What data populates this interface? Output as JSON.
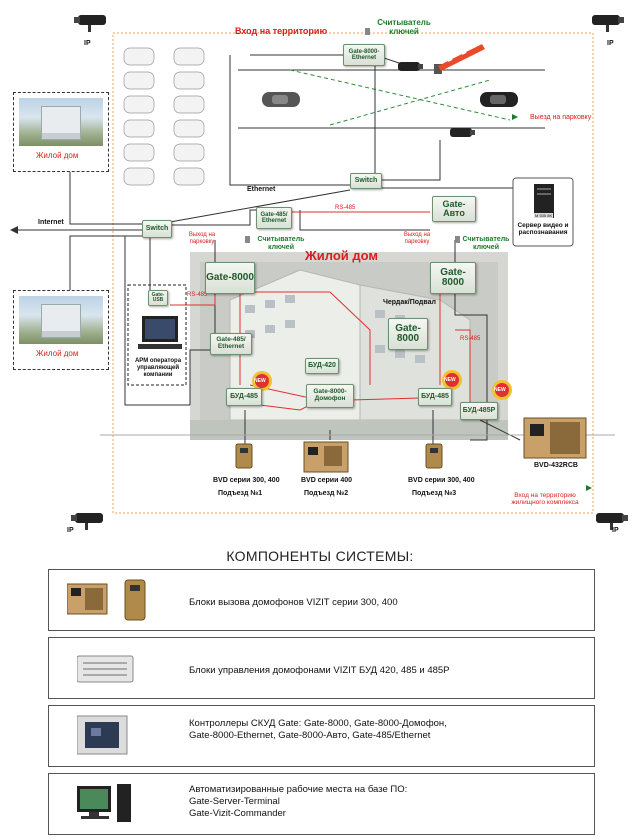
{
  "diagram": {
    "top": {
      "entry_label": "Вход на территорию",
      "key_reader_top": "Считыватель ключей",
      "gate_ethernet_top": "Gate-8000-Ethernet",
      "parking_exit_right": "Выезд на парковку"
    },
    "corners": {
      "ip_label": "IP"
    },
    "left": {
      "house_label_1": "Жилой дом",
      "house_label_2": "Жилой дом",
      "internet_label": "Internet",
      "switch_left": "Switch",
      "apm_usb": "Gate-USB",
      "rs485_left": "RS-485",
      "apm_label": "АРМ оператора управляющей компании"
    },
    "middle": {
      "switch_top": "Switch",
      "ethernet_label": "Ethernet",
      "gate_485_eth": "Gate-485/ Ethernet",
      "rs485_mid": "RS-485",
      "gate_avto": "Gate-Авто",
      "server_label": "Сервер видео и распознавания",
      "server_badge": "M 535 8K"
    },
    "building": {
      "title": "Жилой дом",
      "parking_exit_left": "Выход на парковку",
      "key_reader_left": "Считыватель ключей",
      "parking_exit_mid": "Выход на парковку",
      "key_reader_right": "Считыватель ключей",
      "gate8000_left": "Gate-8000",
      "gate8000_right": "Gate-8000",
      "attic_label": "Чердак/Подвал",
      "gate8000_attic": "Gate-8000",
      "rs485_right": "RS-485",
      "gate485_eth_bld": "Gate-485/ Ethernet",
      "bud420": "БУД-420",
      "gate_domofon": "Gate-8000-Домофон",
      "bud485_left": "БУД-485",
      "bud485_right": "БУД-485",
      "bud485p": "БУД-485Р",
      "new_badge": "NEW"
    },
    "bottom": {
      "bvd_300_400_1": "BVD серии 300, 400",
      "entrance_1": "Подъезд №1",
      "bvd_400": "BVD серии 400",
      "entrance_2": "Подъезд №2",
      "bvd_300_400_3": "BVD серии 300, 400",
      "entrance_3": "Подъезд №3",
      "bvd_432rcb": "BVD-432RCB",
      "complex_entry": "Вход на территорию жилищного комплекса"
    },
    "colors": {
      "red_line": "#e03030",
      "green_line": "#2e8b3a",
      "dark_line": "#333333",
      "accent_text_red": "#d62020",
      "accent_text_green": "#1e7a2a"
    }
  },
  "components": {
    "title": "КОМПОНЕНТЫ СИСТЕМЫ:",
    "items": [
      {
        "icon": "intercom-panel-icon",
        "lines": [
          "Блоки вызова домофонов VIZIT серии 300, 400"
        ]
      },
      {
        "icon": "control-unit-icon",
        "lines": [
          "Блоки управления домофонами VIZIT БУД 420, 485 и 485Р"
        ]
      },
      {
        "icon": "controller-board-icon",
        "lines": [
          "Контроллеры СКУД Gate: Gate-8000, Gate-8000-Домофон,",
          "Gate-8000-Ethernet, Gate-8000-Авто, Gate-485/Ethernet"
        ]
      },
      {
        "icon": "workstation-icon",
        "lines": [
          "Автоматизированные рабочие места на базе ПО:",
          "Gate-Server-Terminal",
          "Gate-Vizit-Commander"
        ]
      }
    ]
  }
}
